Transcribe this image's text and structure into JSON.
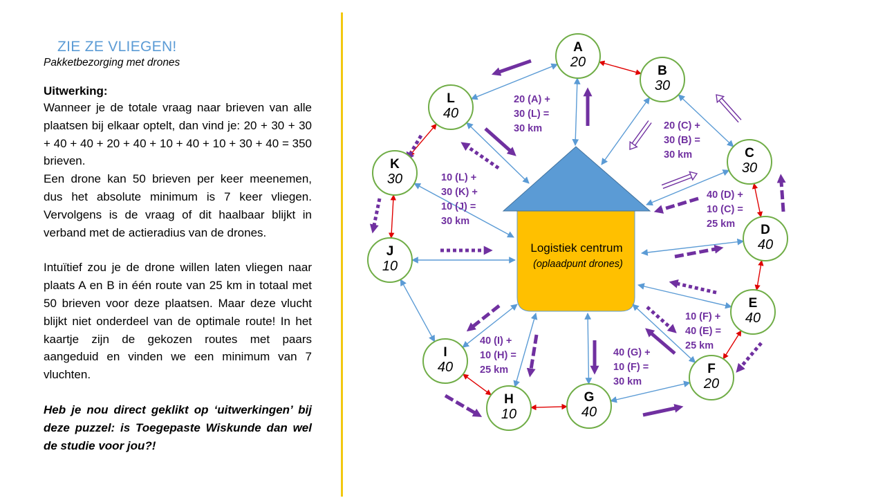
{
  "left_panel": {
    "title": "ZIE ZE VLIEGEN!",
    "subtitle": "Pakketbezorging met drones",
    "heading": "Uitwerking:",
    "para1": "Wanneer je de totale vraag naar brieven van alle plaatsen bij elkaar optelt, dan vind je: 20 + 30 + 30 + 40 + 40 + 20 + 40 + 10 + 40 + 10 + 30 + 40 = 350 brieven.",
    "para2": "Een drone kan 50 brieven per keer meenemen, dus het absolute minimum is 7 keer vliegen. Vervolgens is de vraag of dit haalbaar blijkt in verband met de actieradius van de drones.",
    "para3": "Intuïtief zou je de drone willen laten vliegen naar plaats A en B in één route van 25 km in totaal met 50 brieven voor deze plaatsen. Maar deze vlucht blijkt niet onderdeel van de optimale route! In het kaartje zijn de gekozen routes met paars aangeduid en vinden we een minimum van 7 vluchten.",
    "question": "Heb je nou direct geklikt op ‘uitwerkingen’ bij deze puzzel: is Toegepaste Wiskunde dan wel de studie voor jou?!"
  },
  "center": {
    "title": "Logistiek centrum",
    "subtitle": "(oplaadpunt drones)"
  },
  "nodes": [
    {
      "letter": "A",
      "value": "20"
    },
    {
      "letter": "B",
      "value": "30"
    },
    {
      "letter": "C",
      "value": "30"
    },
    {
      "letter": "D",
      "value": "40"
    },
    {
      "letter": "E",
      "value": "40"
    },
    {
      "letter": "F",
      "value": "20"
    },
    {
      "letter": "G",
      "value": "40"
    },
    {
      "letter": "H",
      "value": "10"
    },
    {
      "letter": "I",
      "value": "40"
    },
    {
      "letter": "J",
      "value": "10"
    },
    {
      "letter": "K",
      "value": "30"
    },
    {
      "letter": "L",
      "value": "40"
    }
  ],
  "routes": [
    {
      "lines": [
        "20 (A) +",
        "30 (L) =",
        "30 km"
      ]
    },
    {
      "lines": [
        "20 (C) +",
        "30 (B) =",
        "30 km"
      ]
    },
    {
      "lines": [
        "10 (L) +",
        "30 (K) +",
        "10 (J) =",
        "30 km"
      ]
    },
    {
      "lines": [
        "40 (D) +",
        "10 (C) =",
        "25 km"
      ]
    },
    {
      "lines": [
        "10 (F) +",
        "40 (E) =",
        "25 km"
      ]
    },
    {
      "lines": [
        "40 (I) +",
        "10 (H) =",
        "25 km"
      ]
    },
    {
      "lines": [
        "40 (G) +",
        "10 (F) =",
        "30 km"
      ]
    }
  ],
  "colors": {
    "title": "#5b9bd5",
    "divider": "#f2c80f",
    "node_border": "#70ad47",
    "roof": "#5b9bd5",
    "building": "#ffc000",
    "link": "#5b9bd5",
    "neighbor_link": "#e00000",
    "route": "#7030a0"
  }
}
